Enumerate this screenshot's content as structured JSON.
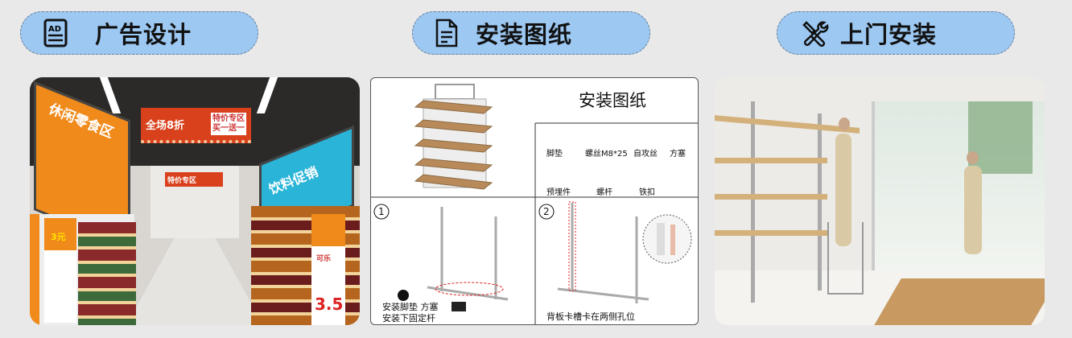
{
  "sections": [
    {
      "title": "广告设计",
      "icon": "ad-document-icon"
    },
    {
      "title": "安装图纸",
      "icon": "document-icon"
    },
    {
      "title": "上门安装",
      "icon": "tools-icon"
    }
  ],
  "store_image": {
    "banner_main_left": "全场8折",
    "banner_main_right_1": "特价专区",
    "banner_main_right_2": "买一送一",
    "left_lightbox": "休闲零食区",
    "right_lightbox": "饮料促销",
    "banner_second": "特价专区",
    "price_left": "3元",
    "price_bottom": "3.5",
    "cola_label": "可乐"
  },
  "diagram": {
    "title": "安装图纸",
    "parts": [
      "脚垫",
      "螺丝M8*25",
      "自攻丝",
      "方塞",
      "预埋件",
      "螺杆",
      "铁扣"
    ],
    "step1_number": "1",
    "step1_caption_1": "安装脚垫 方塞",
    "step1_caption_2": "安装下固定杆",
    "step2_number": "2",
    "step2_caption": "背板卡槽卡在两侧孔位"
  },
  "colors": {
    "pill_bg": "#9cc8f2",
    "background": "#e9e9e9"
  }
}
